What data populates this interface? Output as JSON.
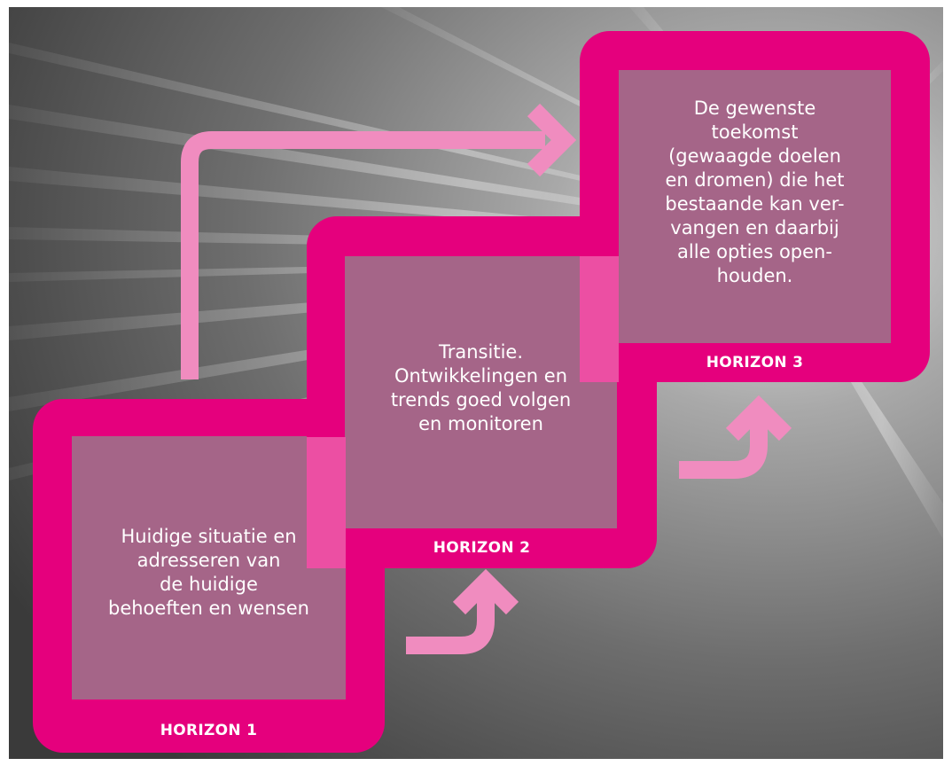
{
  "colors": {
    "frame": "#e5007d",
    "frame_light": "#ec4fa3",
    "arrow": "#f08cbf",
    "panel": "#8c8c8c",
    "text": "#ffffff"
  },
  "horizons": [
    {
      "label": "HORIZON 1",
      "text": "Huidige situatie en\nadresseren van\nde huidige\nbehoeften en wensen"
    },
    {
      "label": "HORIZON 2",
      "text": "Transitie.\nOntwikkelingen en\ntrends goed volgen\nen monitoren"
    },
    {
      "label": "HORIZON 3",
      "text": "De gewenste\ntoekomst\n(gewaagde doelen\nen dromen) die het\nbestaande kan ver-\nvangen en daarbij\nalle opties open-\nhouden."
    }
  ],
  "arrows": [
    {
      "name": "arrow-horizon-1-to-3",
      "icon": "arrow-right-icon"
    },
    {
      "name": "arrow-horizon-1-to-2",
      "icon": "arrow-up-curved-icon"
    },
    {
      "name": "arrow-horizon-2-to-3",
      "icon": "arrow-up-curved-icon"
    }
  ]
}
